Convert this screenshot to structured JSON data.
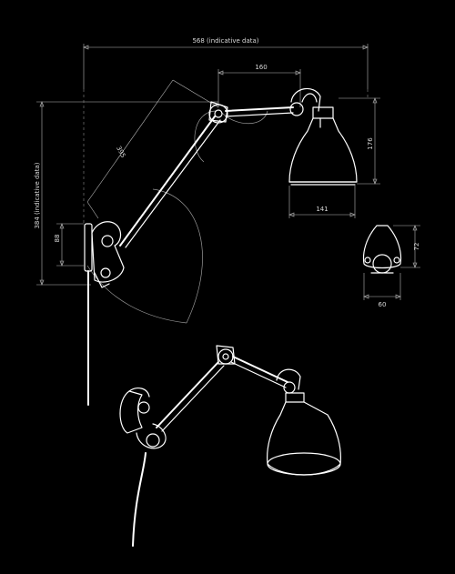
{
  "dimensions": {
    "overall_width": "568 (indicative data)",
    "overall_height": "384 (indicative data)",
    "lower_arm": "395",
    "upper_arm": "160",
    "shade_height": "176",
    "shade_diameter": "141",
    "mount_height": "88",
    "bracket_height": "72",
    "bracket_width": "60"
  }
}
